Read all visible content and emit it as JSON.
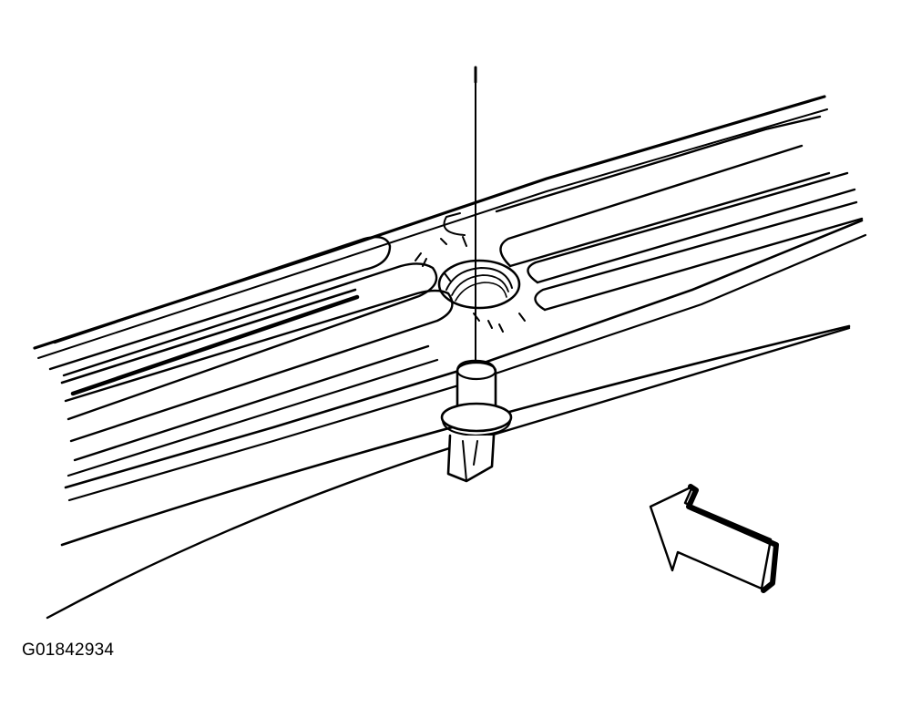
{
  "figure": {
    "id": "G01842934"
  },
  "parts": {
    "panel": "sill-plate",
    "fastener": "push-pin-retainer",
    "callout_arrow": "arrow-icon"
  },
  "colors": {
    "ink": "#000000",
    "background": "#ffffff"
  }
}
